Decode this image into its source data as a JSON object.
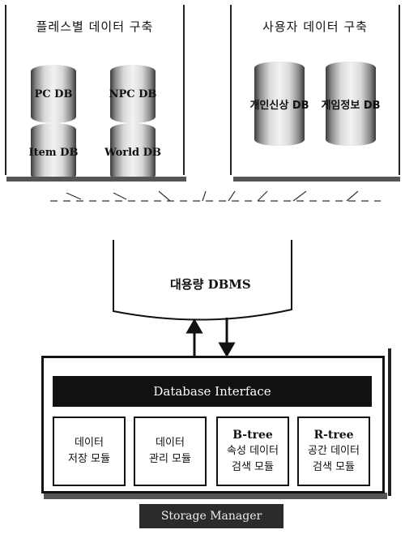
{
  "panels": {
    "left_title": "플레스별 데이터 구축",
    "right_title": "사용자 데이터 구축"
  },
  "databases": {
    "pc": "PC DB",
    "npc": "NPC DB",
    "item": "Item DB",
    "world": "World DB",
    "personal_info": "개인신상 DB",
    "game_info": "게임정보 DB"
  },
  "dbms": {
    "label": "대용량 DBMS"
  },
  "storage_system": {
    "interface_label": "Database Interface",
    "modules": [
      {
        "line1": "데이터",
        "line2": "저장 모듈",
        "line3": ""
      },
      {
        "line1": "데이터",
        "line2": "관리 모듈",
        "line3": ""
      },
      {
        "line1": "B-tree",
        "line2": "속성 데이터",
        "line3": "검색 모듈"
      },
      {
        "line1": "R-tree",
        "line2": "공간 데이터",
        "line3": "검색 모듈"
      }
    ],
    "storage_manager": "Storage Manager"
  },
  "colors": {
    "dark": "#111111",
    "shadow": "#555555",
    "cylinder_mid": "#d9d9d9"
  }
}
